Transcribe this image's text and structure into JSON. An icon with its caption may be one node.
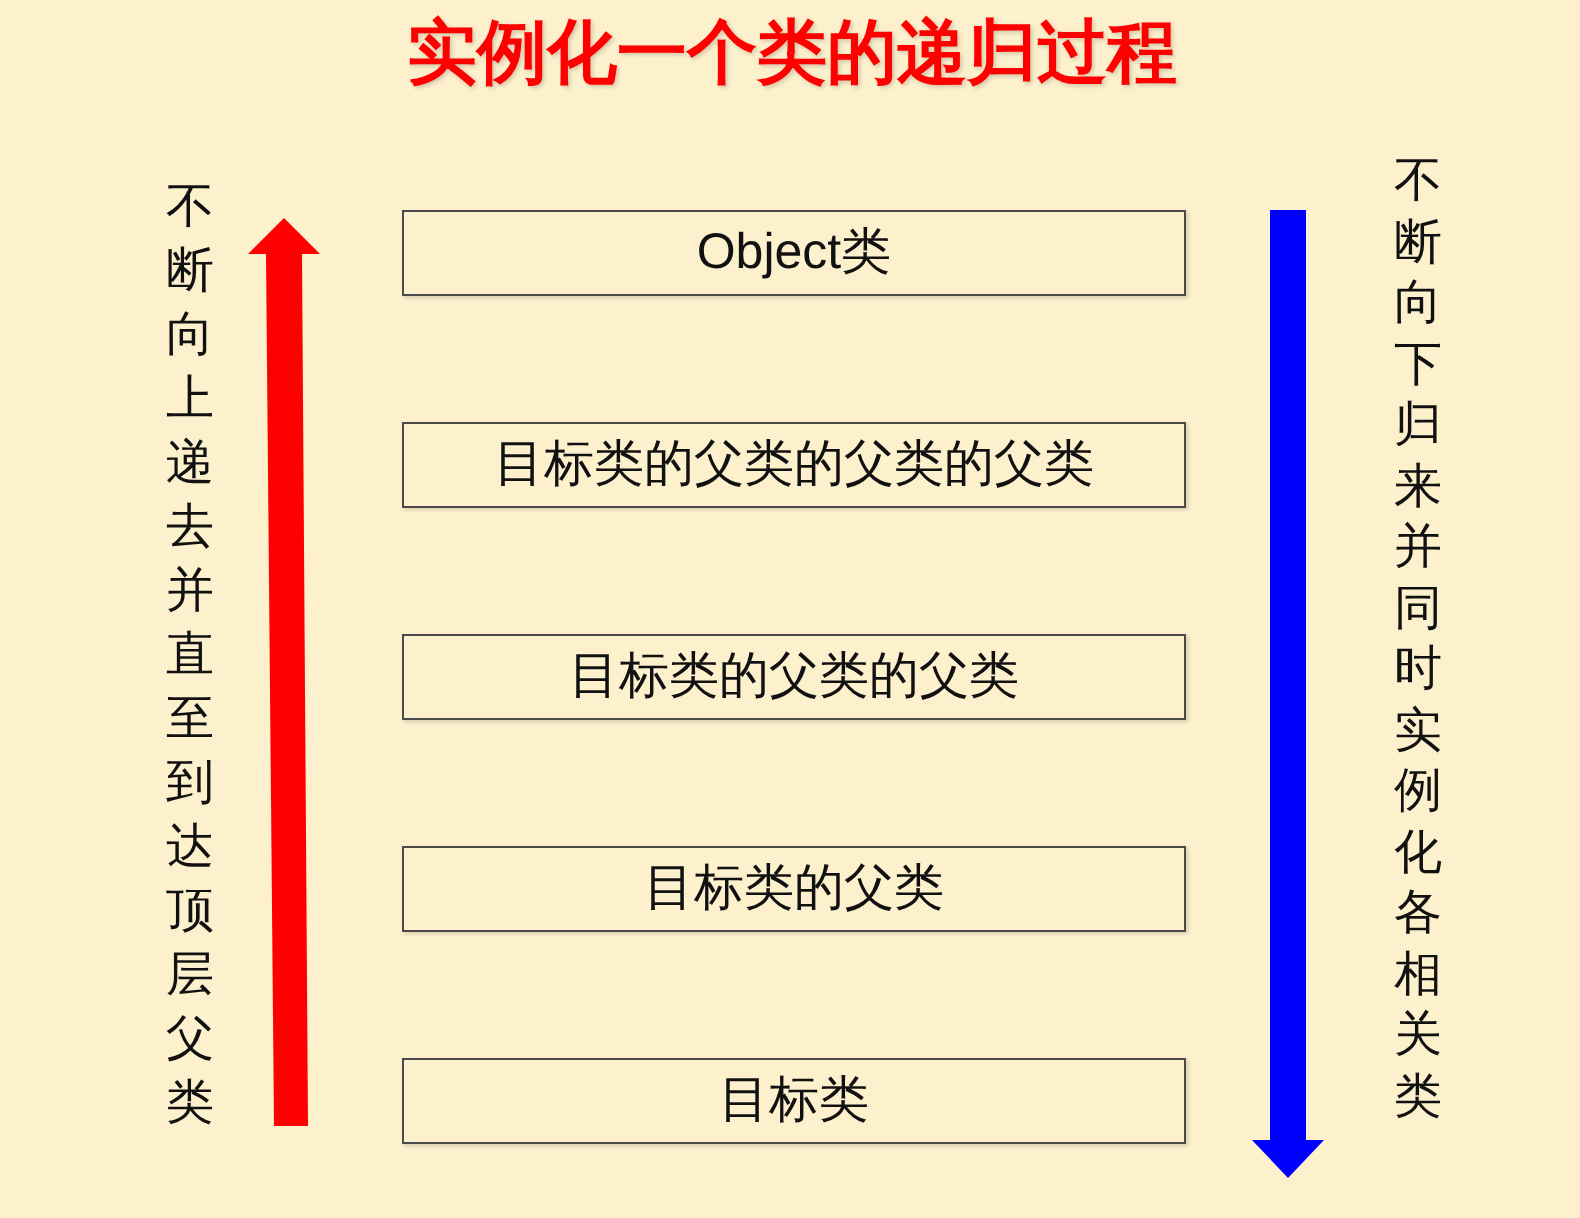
{
  "diagram": {
    "title": "实例化一个类的递归过程",
    "nodes": [
      {
        "text": [
          "Object类"
        ]
      },
      {
        "text": [
          "目标类的父类的父类的父类"
        ]
      },
      {
        "text": [
          "目标类的父类的父类"
        ]
      },
      {
        "text": [
          "目标类的父类"
        ]
      },
      {
        "text": [
          "目标类"
        ]
      }
    ],
    "labels": [
      "不断向上递去并直至到达顶层父类",
      "不断向下归来并同时实例化各相关类"
    ]
  }
}
